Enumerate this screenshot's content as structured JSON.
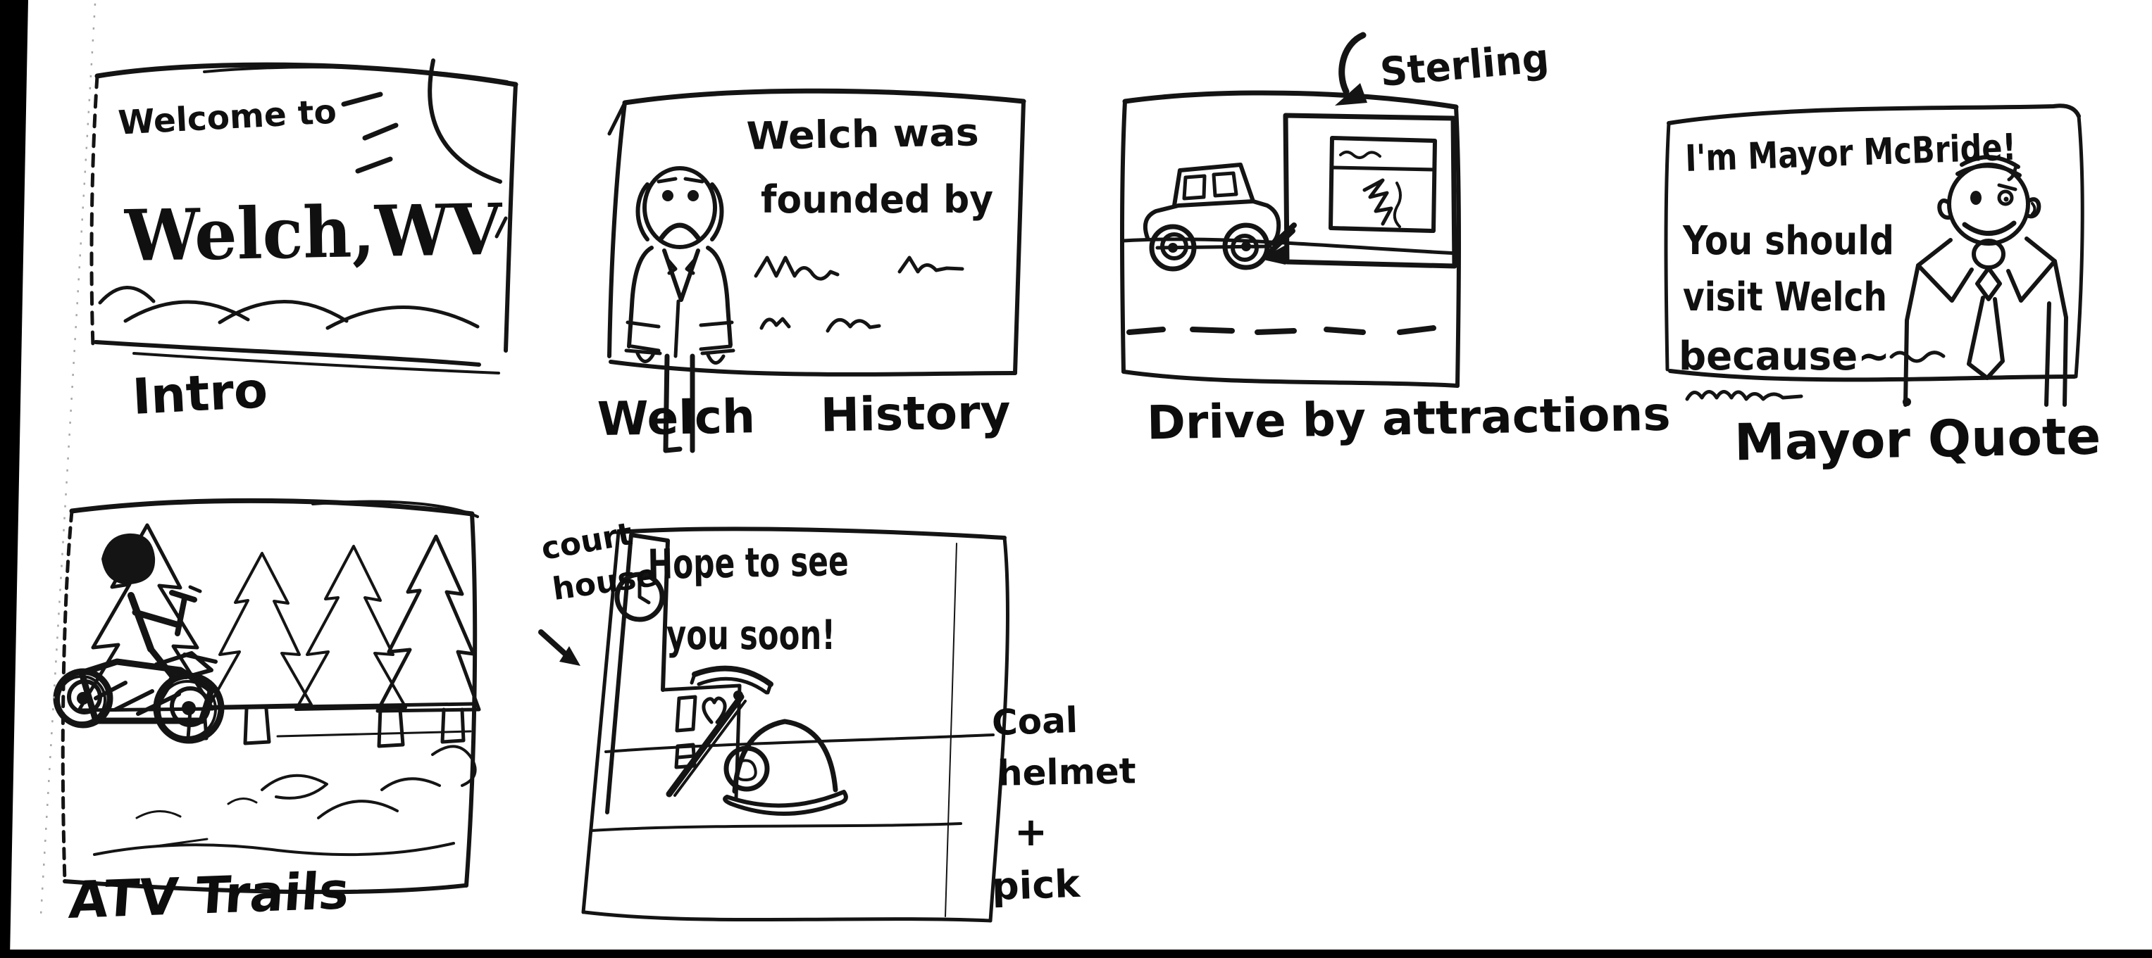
{
  "page": {
    "background_color": "#ffffff",
    "scan_left_bar_color": "#000000",
    "scan_bottom_bar_color": "#000000",
    "ink_color": "#141414"
  },
  "panels": [
    {
      "id": "intro",
      "caption": "Intro",
      "sign_text_line1": "Welcome to",
      "sign_text_line2": "Welch,WV",
      "sketch": "welcome-sign-with-sun-and-hills"
    },
    {
      "id": "welch-history",
      "caption": "Welch History",
      "text_line1": "Welch was",
      "text_line2": "founded by",
      "sketch": "frowning-founder-portrait-with-scribble-placeholder-text"
    },
    {
      "id": "drive-by-attractions",
      "caption": "Drive by attractions",
      "annotation": "Sterling",
      "sketch": "car-on-road-passing-billboard-sign"
    },
    {
      "id": "mayor-quote",
      "caption": "Mayor Quote",
      "speech_line1": "I'm Mayor McBride!",
      "speech_line2": "You should",
      "speech_line3": "visit Welch",
      "speech_line4": "because~",
      "sketch": "smiling-mayor-in-suit-and-tie-with-scribble-placeholder-text"
    },
    {
      "id": "atv-trails",
      "caption": "ATV Trails",
      "sketch": "rider-on-atv-with-pine-trees-and-trail"
    },
    {
      "id": "hope-to-see-you-soon",
      "text_line1": "Hope to see",
      "text_line2": "you soon!",
      "annotation_left_line1": "court",
      "annotation_left_line2": "house",
      "annotation_right_line1": "Coal",
      "annotation_right_line2": "helmet",
      "annotation_right_line3": "+",
      "annotation_right_line4": "pick",
      "sketch": "courthouse-clock-tower-coal-helmet-and-pick"
    }
  ]
}
